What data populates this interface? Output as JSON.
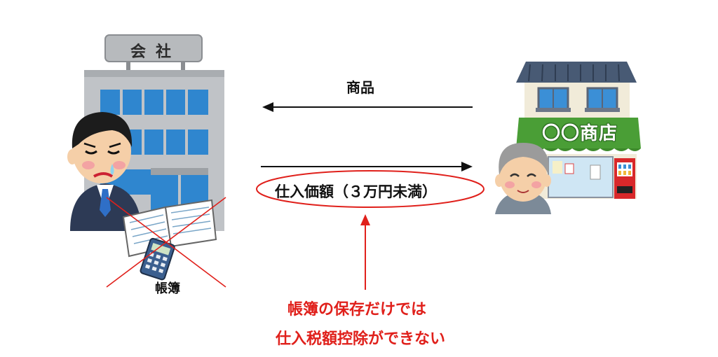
{
  "company_sign": "会社",
  "shop_sign": "〇〇商店",
  "goods_label": "商品",
  "price_label": "仕入価額（３万円未満）",
  "books_label": "帳簿",
  "note_lines": [
    "帳簿の保存だけでは",
    "仕入税額控除ができない"
  ],
  "colors": {
    "accent": "#e0201b",
    "building": "#b9bcc0",
    "window": "#2f86cf",
    "awning": "#4a9e36",
    "roof": "#485a74"
  }
}
